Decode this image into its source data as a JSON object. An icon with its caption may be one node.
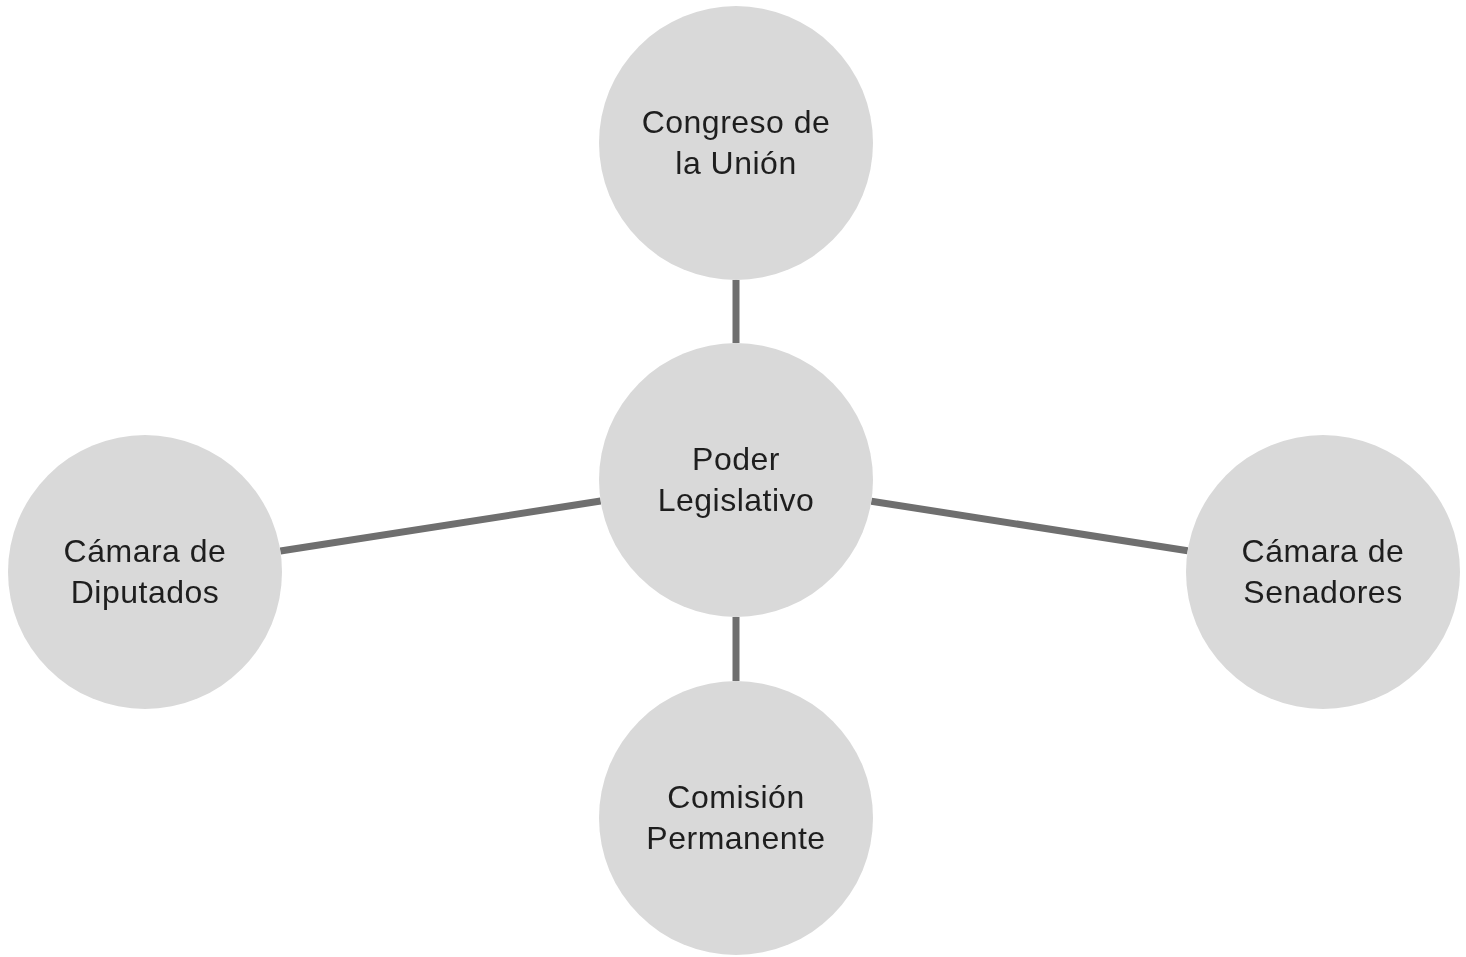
{
  "diagram": {
    "nodes": [
      {
        "text": [
          "Congreso de la Unión"
        ]
      },
      {
        "text": [
          "Poder Legislativo"
        ]
      },
      {
        "text": [
          "Cámara de Diputados"
        ]
      },
      {
        "text": [
          "Cámara de Senadores"
        ]
      },
      {
        "text": [
          "Comisión Permanente"
        ]
      }
    ],
    "edges": [
      {
        "from": 1,
        "to": 0,
        "arrow": "none"
      },
      {
        "from": 1,
        "to": 2,
        "arrow": "none"
      },
      {
        "from": 1,
        "to": 3,
        "arrow": "none"
      },
      {
        "from": 1,
        "to": 4,
        "arrow": "none"
      }
    ]
  }
}
